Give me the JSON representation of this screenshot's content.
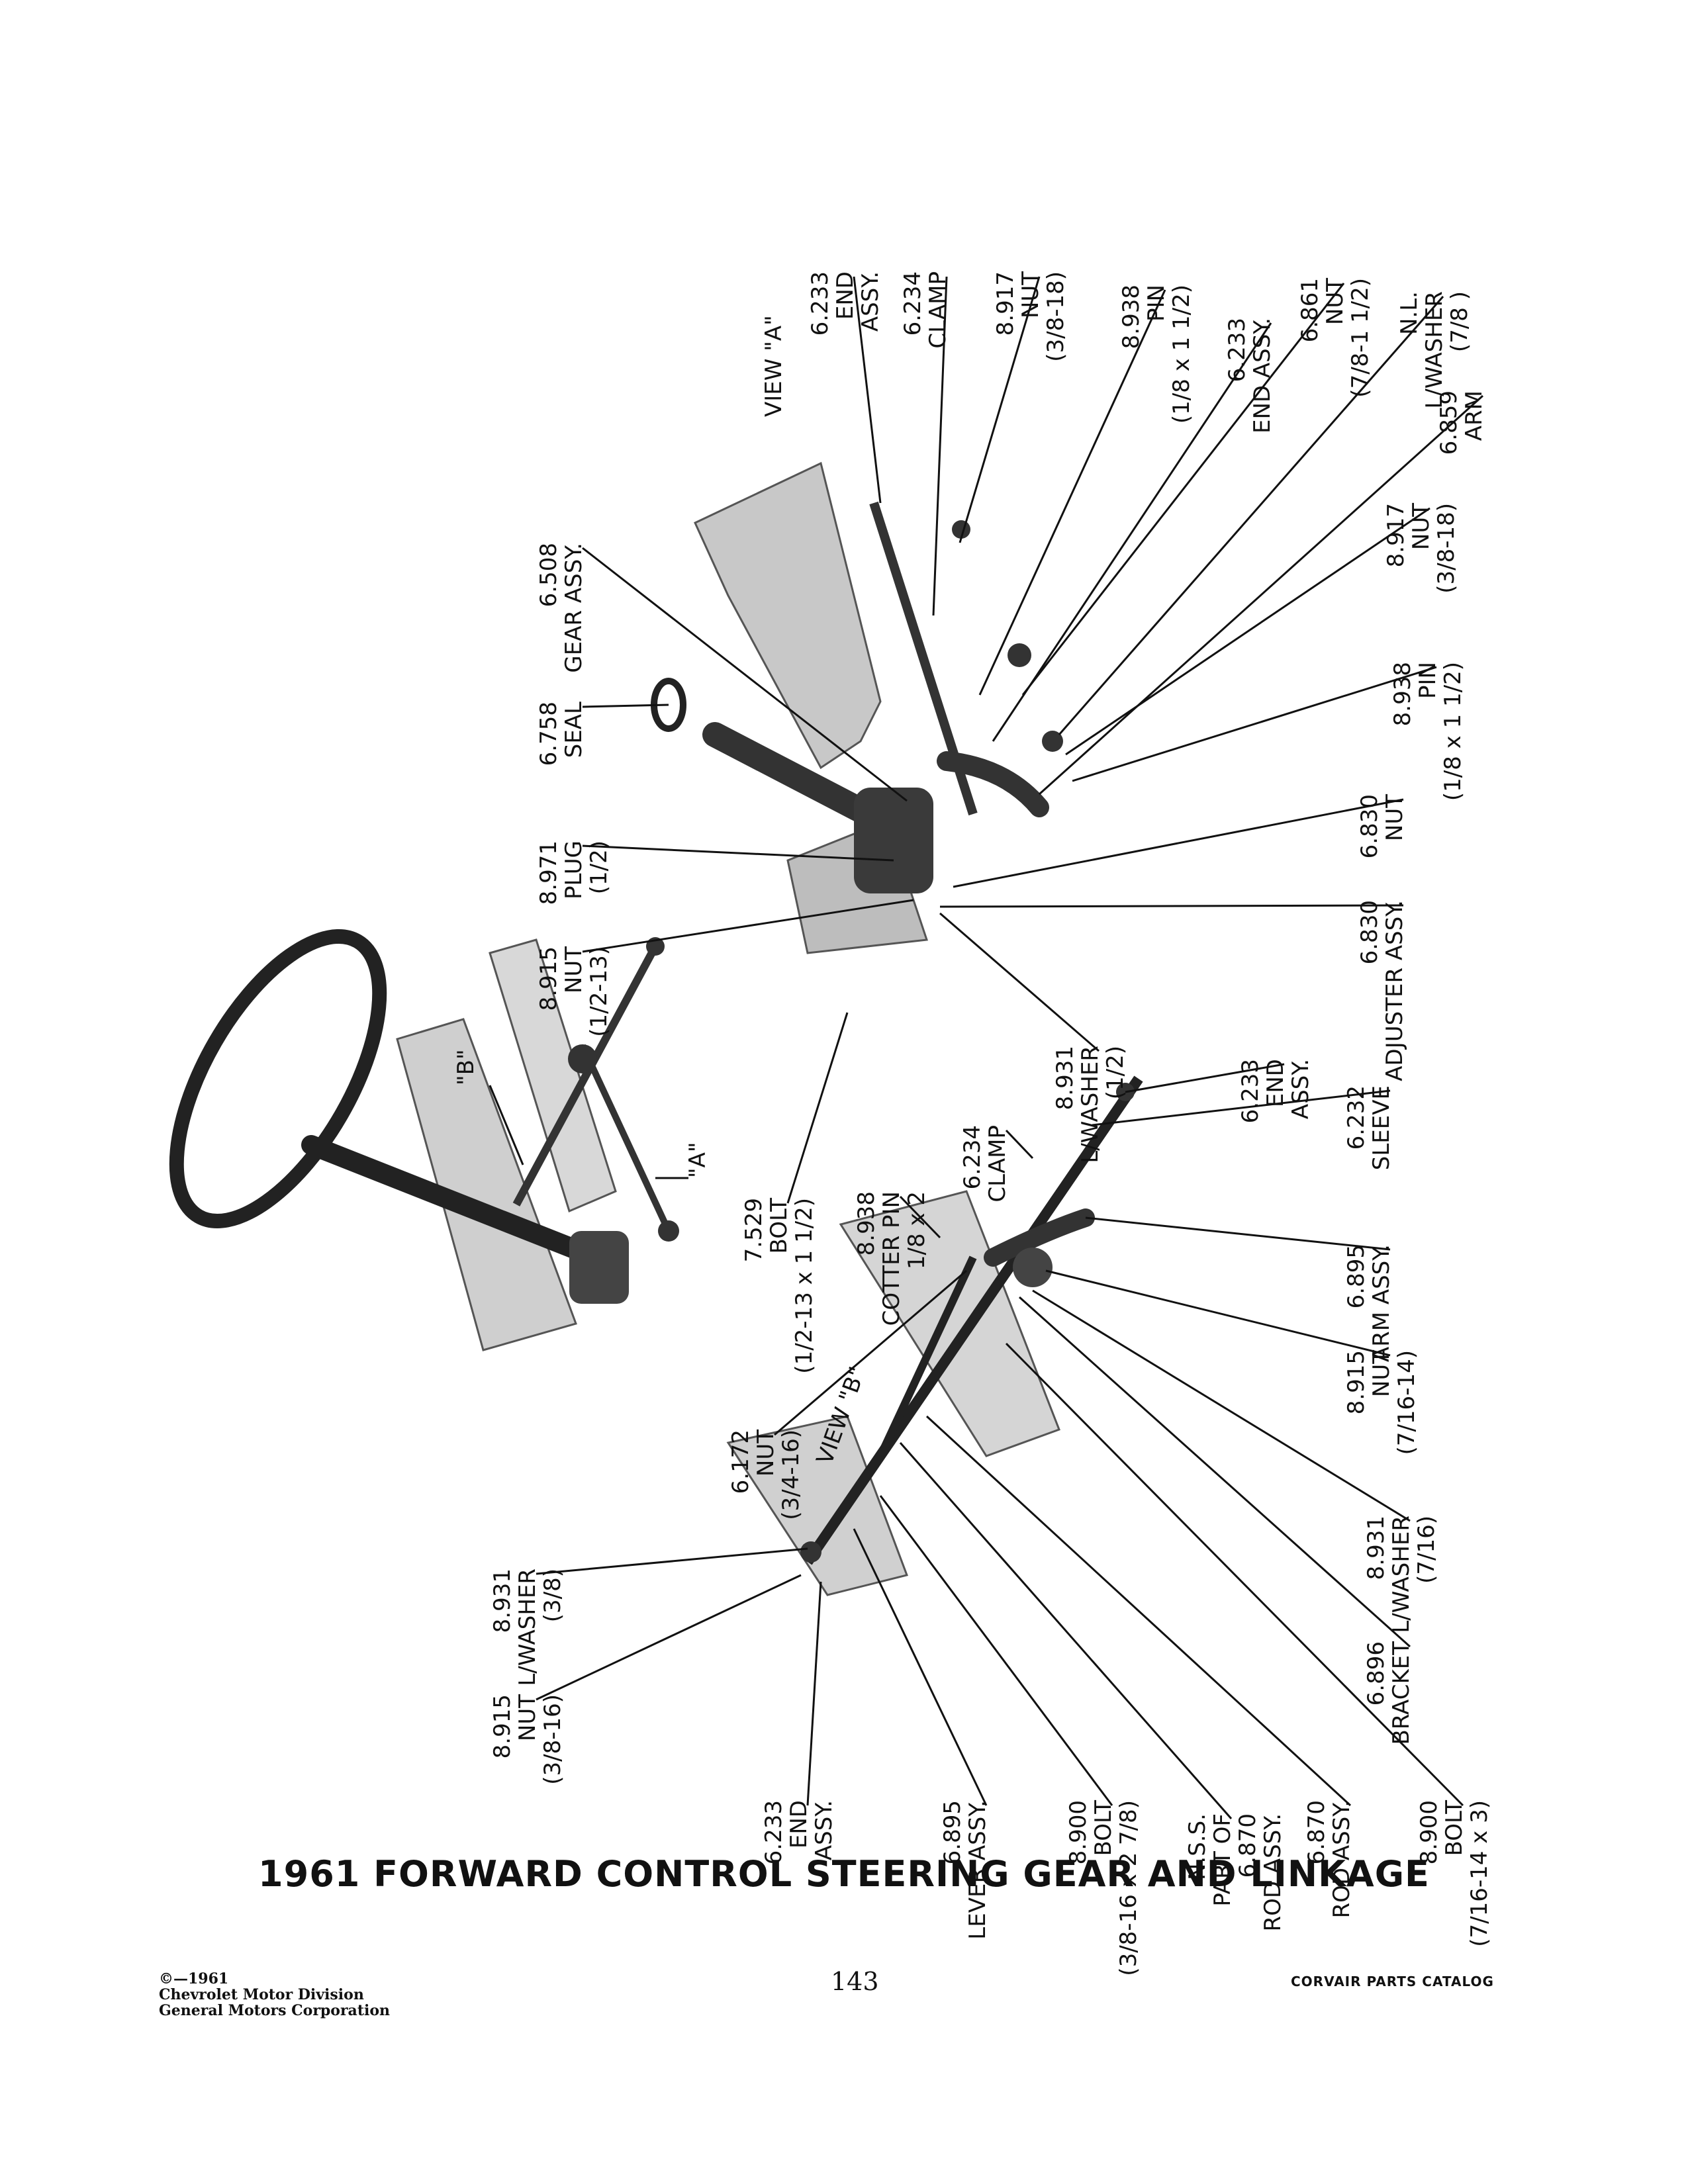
{
  "title": "1961 FORWARD CONTROL STEERING GEAR AND LINKAGE",
  "page_number": "143",
  "catalog_name": "CORVAIR PARTS CATALOG",
  "copyright": [
    "©—1961",
    "Chevrolet Motor Division",
    "General Motors Corporation"
  ],
  "view_labels": {
    "view_a": "VIEW \"A\"",
    "view_b": "VIEW \"B\"",
    "callout_a": "\"A\"",
    "callout_b": "\"B\""
  },
  "view_a_parts": [
    {
      "n": "6.233",
      "t": "END",
      "s": "ASSY."
    },
    {
      "n": "6.234",
      "t": "CLAMP",
      "s": ""
    },
    {
      "n": "8.917",
      "t": "NUT",
      "s": "(3/8-18)"
    },
    {
      "n": "8.938",
      "t": "PIN",
      "s": "(1/8 x 1 1/2)"
    },
    {
      "n": "6.233",
      "t": "END ASSY.",
      "s": ""
    },
    {
      "n": "6.861",
      "t": "NUT",
      "s": "(7/8-1 1/2)"
    },
    {
      "n": "N.L.",
      "t": "L/WASHER",
      "s": "(7/8 )"
    },
    {
      "n": "6.859",
      "t": "ARM",
      "s": ""
    },
    {
      "n": "8.917",
      "t": "NUT",
      "s": "(3/8-18)"
    },
    {
      "n": "8.938",
      "t": "PIN",
      "s": "(1/8 x 1 1/2)"
    },
    {
      "n": "6.830",
      "t": "NUT",
      "s": ""
    },
    {
      "n": "6.830",
      "t": "ADJUSTER ASSY.",
      "s": ""
    },
    {
      "n": "6.508",
      "t": "GEAR ASSY.",
      "s": ""
    },
    {
      "n": "6.758",
      "t": "SEAL",
      "s": ""
    },
    {
      "n": "8.971",
      "t": "PLUG",
      "s": "(1/2)"
    },
    {
      "n": "8.915",
      "t": "NUT",
      "s": "(1/2-13)"
    },
    {
      "n": "8.931",
      "t": "L/WASHER",
      "s": "(1/2)"
    }
  ],
  "view_b_parts": [
    {
      "n": "7.529",
      "t": "BOLT",
      "s": "(1/2-13 x 1 1/2)"
    },
    {
      "n": "8.938",
      "t": "COTTER PIN",
      "s": "1/8 x 2"
    },
    {
      "n": "6.234",
      "t": "CLAMP",
      "s": ""
    },
    {
      "n": "6.233",
      "t": "END",
      "s": "ASSY."
    },
    {
      "n": "6.232",
      "t": "SLEEVE",
      "s": ""
    },
    {
      "n": "6.895",
      "t": "ARM ASSY.",
      "s": ""
    },
    {
      "n": "8.915",
      "t": "NUT",
      "s": "(7/16-14)"
    },
    {
      "n": "8.931",
      "t": "L/WASHER",
      "s": "(7/16)"
    },
    {
      "n": "6.896",
      "t": "BRACKET",
      "s": ""
    },
    {
      "n": "6.172",
      "t": "NUT",
      "s": "(3/4-16)"
    },
    {
      "n": "8.931",
      "t": "L/WASHER",
      "s": "(3/8)"
    },
    {
      "n": "8.915",
      "t": "NUT",
      "s": "(3/8-16)"
    },
    {
      "n": "6.233",
      "t": "END",
      "s": "ASSY."
    },
    {
      "n": "6.895",
      "t": "LEVER ASSY.",
      "s": ""
    },
    {
      "n": "8.900",
      "t": "BOLT",
      "s": "(3/8-16 x 2 7/8)"
    },
    {
      "n": "N.S.S.",
      "t": "PART OF",
      "s": "6.870",
      "r": "ROD ASSY."
    },
    {
      "n": "6.870",
      "t": "ROD ASSY.",
      "s": ""
    },
    {
      "n": "8.900",
      "t": "BOLT",
      "s": "(7/16-14 x 3)"
    }
  ]
}
